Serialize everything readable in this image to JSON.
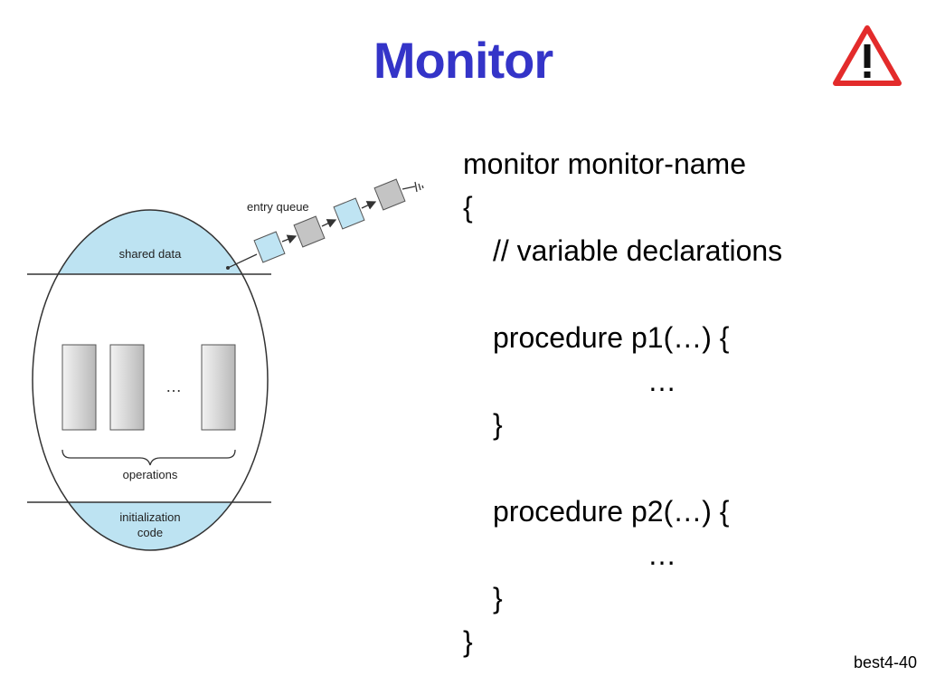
{
  "slide": {
    "title": "Monitor",
    "footer": "best4-40"
  },
  "warning_icon": {
    "icon": "warning-icon",
    "color": "#e32b2b"
  },
  "diagram": {
    "entry_queue_label": "entry queue",
    "shared_data_label": "shared data",
    "ellipsis": "…",
    "operations_label": "operations",
    "init_line1": "initialization",
    "init_line2": "code",
    "colors": {
      "band": "#bde3f2",
      "queue_box": "#bfe4f3",
      "queue_box_gray": "#c4c4c4",
      "op_box": "#cfcfcf"
    }
  },
  "code": {
    "lines": [
      "monitor monitor-name",
      "{",
      "// variable declarations",
      "procedure p1(…) {",
      "…",
      "}",
      "procedure p2(…) {",
      "…",
      "}",
      "}"
    ]
  }
}
